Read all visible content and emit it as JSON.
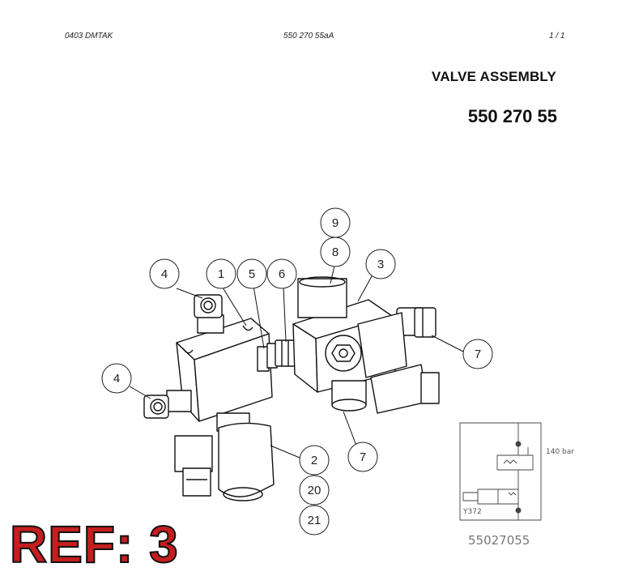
{
  "header": {
    "left_code": "0403 DMTAK",
    "doc_number": "550 270 55aA",
    "page": "1 /  1"
  },
  "title": "VALVE ASSEMBLY",
  "part_number": "550 270 55",
  "callouts": [
    {
      "label": "9"
    },
    {
      "label": "8"
    },
    {
      "label": "3"
    },
    {
      "label": "4"
    },
    {
      "label": "1"
    },
    {
      "label": "5"
    },
    {
      "label": "6"
    },
    {
      "label": "7"
    },
    {
      "label": "4"
    },
    {
      "label": "7"
    },
    {
      "label": "2"
    },
    {
      "label": "20"
    },
    {
      "label": "21"
    }
  ],
  "schematic": {
    "pressure_label": "140 bar",
    "solenoid_label": "Y372",
    "drawing_id": "55027055"
  },
  "ref_label": "REF: 3",
  "colors": {
    "ref_fill": "#c41e1e",
    "line": "#111111"
  }
}
